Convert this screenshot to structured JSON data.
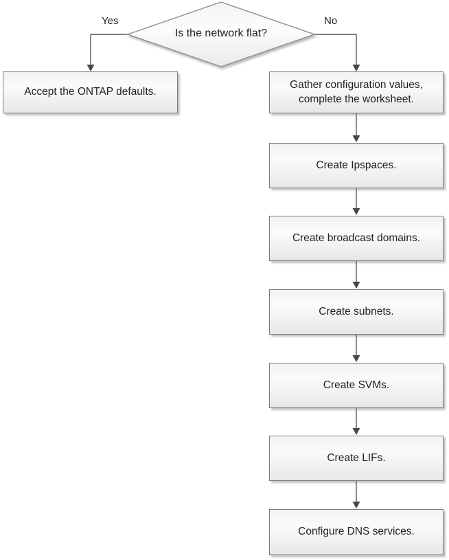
{
  "decision": {
    "question": "Is the network flat?",
    "yes_label": "Yes",
    "no_label": "No"
  },
  "yes_branch": [
    "Accept the ONTAP defaults."
  ],
  "no_branch": [
    "Gather configuration values, complete the worksheet.",
    "Create Ipspaces.",
    "Create broadcast domains.",
    "Create subnets.",
    "Create SVMs.",
    "Create LIFs.",
    "Configure DNS services."
  ],
  "colors": {
    "node_border": "#7a7a7a",
    "node_fill_top": "#f2f2f2",
    "node_fill_bottom": "#e7e7e7",
    "connector": "#5a5a5a",
    "arrowhead": "#474747",
    "text": "#1f1f1f",
    "background": "#ffffff"
  }
}
